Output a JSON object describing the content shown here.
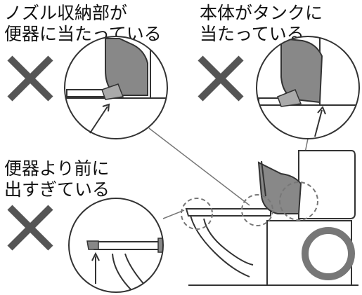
{
  "labels": {
    "nozzle_storage": "ノズル収納部が\n便器に当たっている",
    "body_tank": "本体がタンクに\n当たっている",
    "too_far_forward": "便器より前に\n出すぎている"
  },
  "icons": {
    "mark": "x-mark-icon",
    "arrow": "arrow-icon"
  },
  "colors": {
    "x_mark": "#555555",
    "line": "#333333",
    "fill_gray": "#888888",
    "dash": "#777777"
  }
}
